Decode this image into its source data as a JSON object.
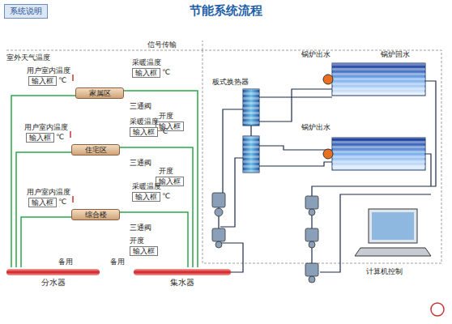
{
  "diagram": {
    "title": "节能系统流程",
    "nodes": [
      {
        "text": [
          "系统说明"
        ]
      },
      {
        "text": [
          "家属区"
        ]
      },
      {
        "text": [
          "住宅区"
        ]
      },
      {
        "text": [
          "综合楼"
        ]
      },
      {
        "text": [
          "输入框"
        ]
      },
      {
        "text": [
          "输入框"
        ]
      },
      {
        "text": [
          "输入框"
        ]
      },
      {
        "text": [
          "输入框"
        ]
      },
      {
        "text": [
          "输入框"
        ]
      },
      {
        "text": [
          "输入框"
        ]
      },
      {
        "text": [
          "输入框"
        ]
      },
      {
        "text": [
          "输入框"
        ]
      },
      {
        "text": [
          "输入框"
        ]
      },
      {
        "text": [
          "分水器"
        ]
      },
      {
        "text": [
          "集水器"
        ]
      }
    ],
    "edges": [
      {
        "from": 13,
        "to": 1,
        "arrow": "none"
      },
      {
        "from": 13,
        "to": 2,
        "arrow": "none"
      },
      {
        "from": 13,
        "to": 3,
        "arrow": "none"
      },
      {
        "from": 1,
        "to": 14,
        "arrow": "none"
      },
      {
        "from": 2,
        "to": 14,
        "arrow": "none"
      },
      {
        "from": 3,
        "to": 14,
        "arrow": "none"
      }
    ],
    "labels": [
      "室外天气温度",
      "信号传输",
      "用户室内温度",
      "℃",
      "采暖温度",
      "℃",
      "三通阀",
      "开度",
      "用户室内温度",
      "℃",
      "采暖温度",
      "℃",
      "三通阀",
      "开度",
      "用户室内温度",
      "℃",
      "采暖温度",
      "℃",
      "三通阀",
      "开度",
      "备用",
      "备用",
      "板式换热器",
      "锅炉出水",
      "锅炉回水",
      "锅炉出水",
      "计算机控制"
    ]
  }
}
